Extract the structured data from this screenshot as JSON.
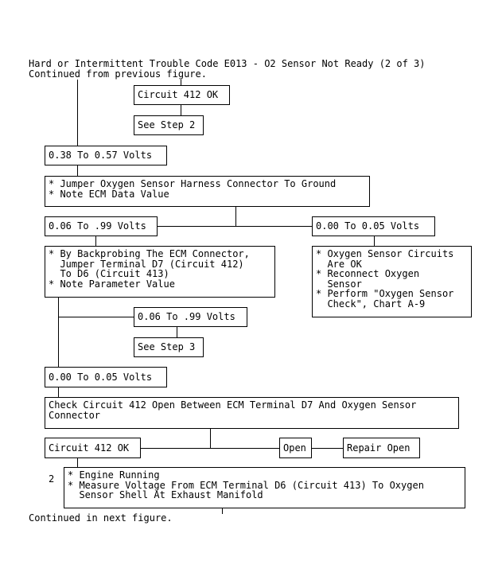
{
  "header": {
    "title": "Hard or Intermittent Trouble Code E013 - O2 Sensor Not Ready (2 of 3)",
    "continued_from": "Continued from previous figure."
  },
  "footer": {
    "continued_in": "Continued in next figure."
  },
  "boxes": {
    "circuit_412_ok_top": "Circuit 412 OK",
    "see_step_2": "See Step 2",
    "volts_038_057": "0.38 To 0.57 Volts",
    "jumper_ground": "* Jumper Oxygen Sensor Harness Connector To Ground\n* Note ECM Data Value",
    "volts_006_099_left": "0.06 To .99 Volts",
    "volts_000_005_right": "0.00 To 0.05 Volts",
    "backprobe": "* By Backprobing The ECM Connector,\n  Jumper Terminal D7 (Circuit 412)\n  To D6 (Circuit 413)\n* Note Parameter Value",
    "sensor_circuits_ok": "* Oxygen Sensor Circuits\n  Are OK\n* Reconnect Oxygen\n  Sensor\n* Perform \"Oxygen Sensor\n  Check\", Chart A-9",
    "volts_006_099_mid": "0.06 To .99 Volts",
    "see_step_3": "See Step 3",
    "volts_000_005_lower": "0.00 To 0.05 Volts",
    "check_circuit": "Check Circuit 412 Open Between ECM Terminal D7 And Oxygen Sensor\nConnector",
    "circuit_412_ok_bottom": "Circuit 412 OK",
    "open": "Open",
    "repair_open": "Repair Open",
    "engine_running": "* Engine Running\n* Measure Voltage From ECM Terminal D6 (Circuit 413) To Oxygen\n  Sensor Shell At Exhaust Manifold"
  },
  "step_number": "2"
}
